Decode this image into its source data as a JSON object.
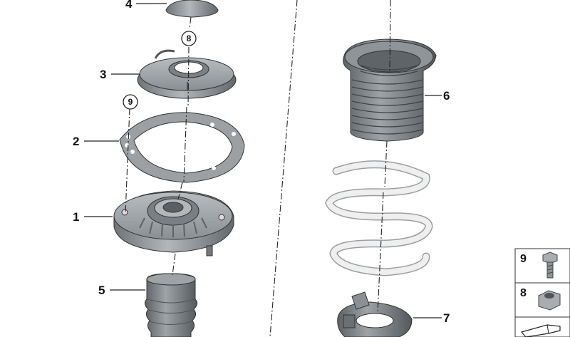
{
  "callouts": [
    {
      "label": "4"
    },
    {
      "label": "3"
    },
    {
      "label": "2"
    },
    {
      "label": "1"
    },
    {
      "label": "5"
    },
    {
      "label": "6"
    },
    {
      "label": "7"
    }
  ],
  "circled_refs": [
    {
      "label": "8"
    },
    {
      "label": "9"
    }
  ],
  "legend": [
    {
      "label": "9",
      "icon": "hex-bolt-icon"
    },
    {
      "label": "8",
      "icon": "hex-nut-icon"
    }
  ],
  "colors": {
    "metal": "#8d9296",
    "rubber": "#6f7478",
    "spring": "#ececec",
    "line": "#222222"
  }
}
